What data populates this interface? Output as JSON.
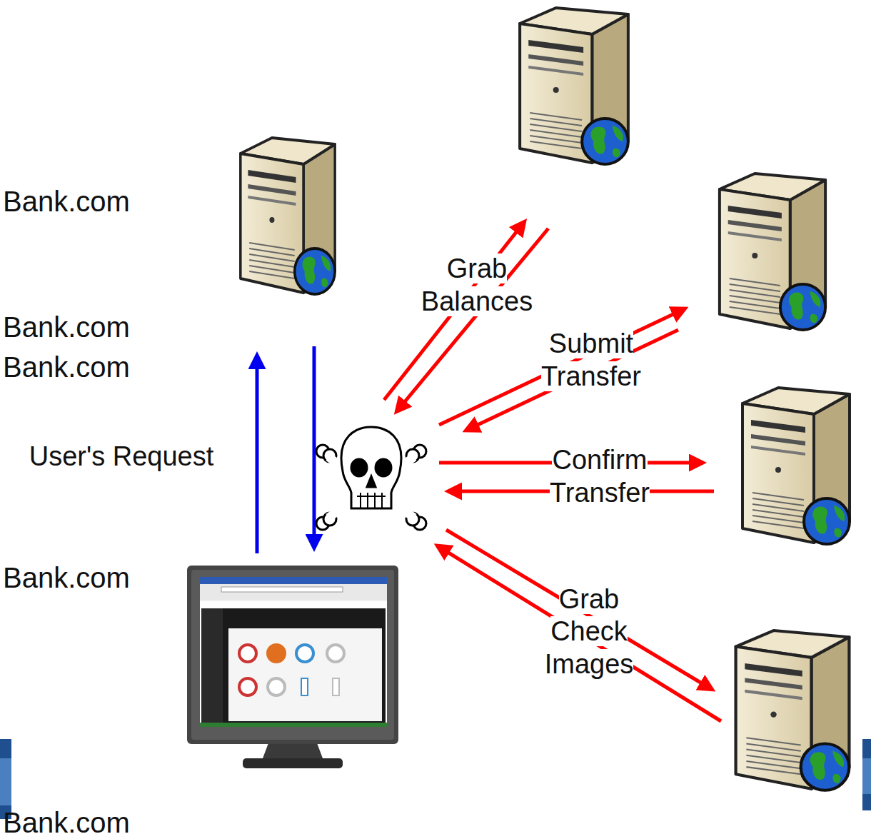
{
  "diagram": {
    "nodes": [
      {
        "text": [
          "Bank.com"
        ]
      },
      {
        "text": [
          "Bank.com"
        ]
      },
      {
        "text": [
          "Bank.com"
        ]
      },
      {
        "text": [
          "Bank.com"
        ]
      },
      {
        "text": [
          "Bank.com"
        ]
      }
    ],
    "labels": [
      "User's Request",
      "Grab Balances",
      "Submit Transfer",
      "Confirm Transfer",
      "Grab Check Images"
    ]
  }
}
